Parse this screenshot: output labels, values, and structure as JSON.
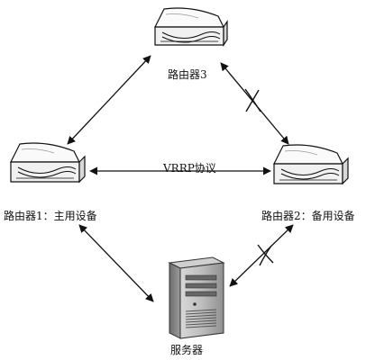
{
  "nodes": {
    "router3": {
      "label": "路由器3",
      "icon": "router-icon"
    },
    "router1": {
      "label": "路由器1：主用设备",
      "icon": "router-icon"
    },
    "router2": {
      "label": "路由器2：备用设备",
      "icon": "router-icon"
    },
    "server": {
      "label": "服务器",
      "icon": "server-icon"
    }
  },
  "links": {
    "vrrp_label": "VRRP协议"
  },
  "colors": {
    "stroke": "#111111",
    "device_fill": "#f4f4f4",
    "server_fill": "#9a9a9a"
  }
}
